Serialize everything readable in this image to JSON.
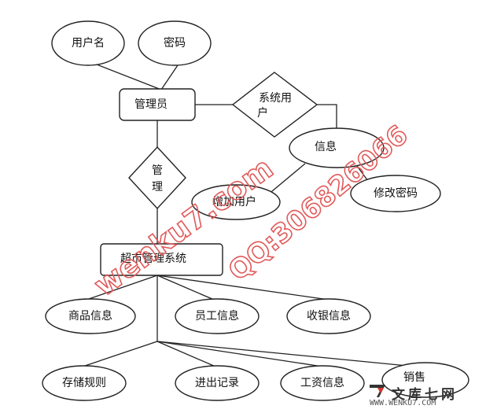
{
  "nodes": {
    "username": "用户名",
    "password": "密码",
    "admin": "管理员",
    "system_user_line1": "系统用",
    "system_user_line2": "户",
    "info": "信息",
    "manage_line1": "管",
    "manage_line2": "理",
    "add_user": "增加用户",
    "change_password": "修改密码",
    "supermarket_system": "超市管理系统",
    "product_info": "商品信息",
    "staff_info": "员工信息",
    "cashier_info": "收银信息",
    "storage_rules": "存储规则",
    "in_out_records": "进出记录",
    "salary_info": "工资信息",
    "sales": "销售"
  },
  "watermark": {
    "site": "wenku7.com",
    "qq": "QQ:306826066"
  },
  "logo": {
    "title": "文库七网",
    "url": "WWW.WENKU7.COM"
  },
  "colors": {
    "line": "#222222",
    "watermark": "#e15a5a"
  }
}
